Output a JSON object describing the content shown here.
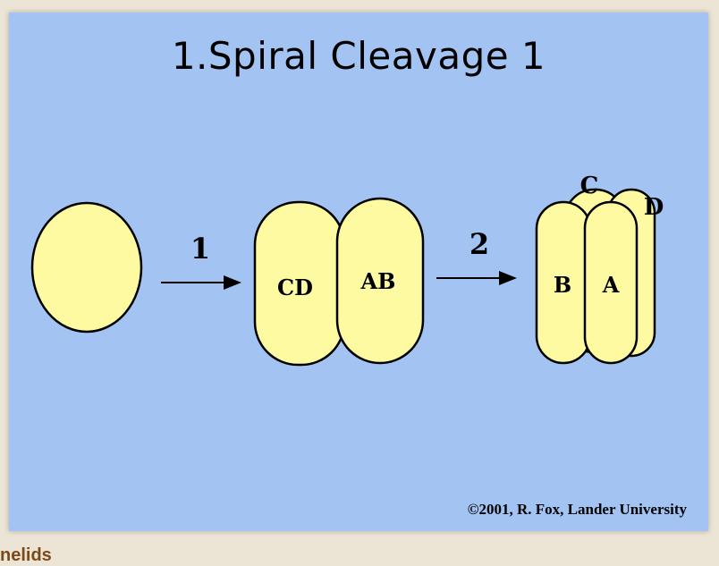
{
  "slide": {
    "title": "1.Spiral Cleavage 1",
    "arrows": {
      "step1": "1",
      "step2": "2"
    },
    "stage2_cells": {
      "left": "CD",
      "right": "AB"
    },
    "stage3_cells": {
      "back_left": "C",
      "back_right": "D",
      "front_left": "B",
      "front_right": "A"
    },
    "copyright": "©2001, R. Fox, Lander University"
  },
  "page": {
    "partial_heading": "nelids"
  }
}
